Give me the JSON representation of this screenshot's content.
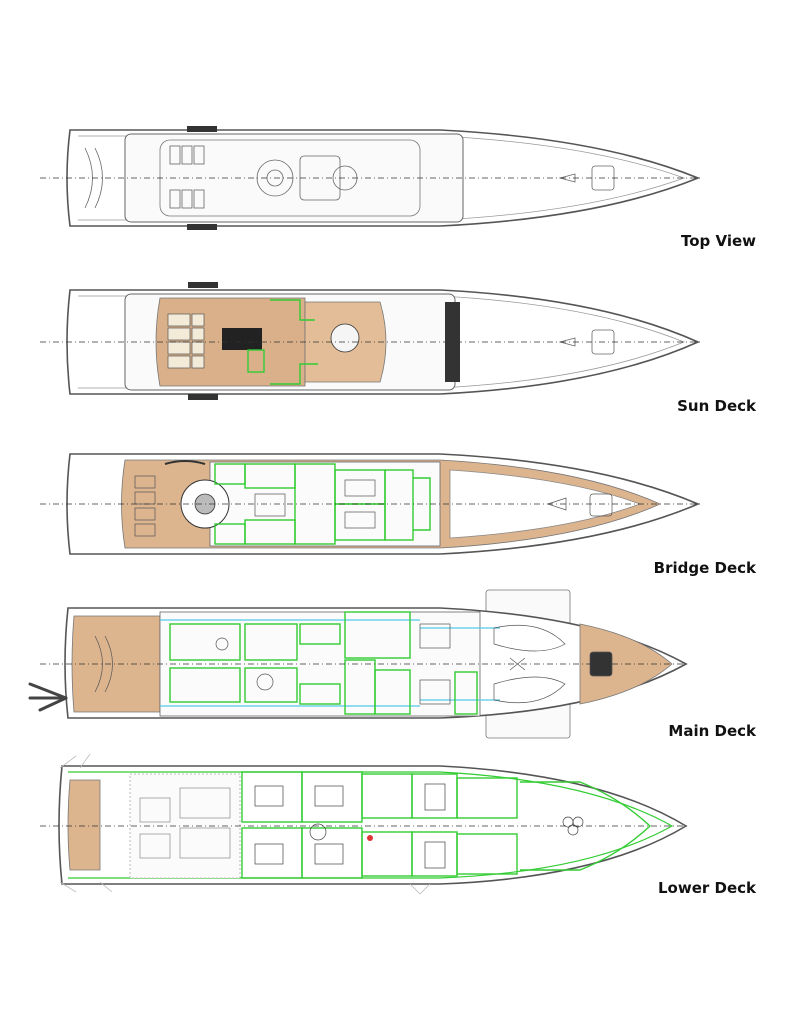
{
  "decks": [
    {
      "id": "top",
      "label": "Top View"
    },
    {
      "id": "sun",
      "label": "Sun Deck"
    },
    {
      "id": "bridge",
      "label": "Bridge Deck"
    },
    {
      "id": "main",
      "label": "Main Deck"
    },
    {
      "id": "lower",
      "label": "Lower Deck"
    }
  ],
  "colors": {
    "outline": "#4a4a4a",
    "wood": "#d9b08a",
    "green": "#33cc33",
    "cyan": "#55c8e8",
    "line": "#9a9a9a"
  }
}
